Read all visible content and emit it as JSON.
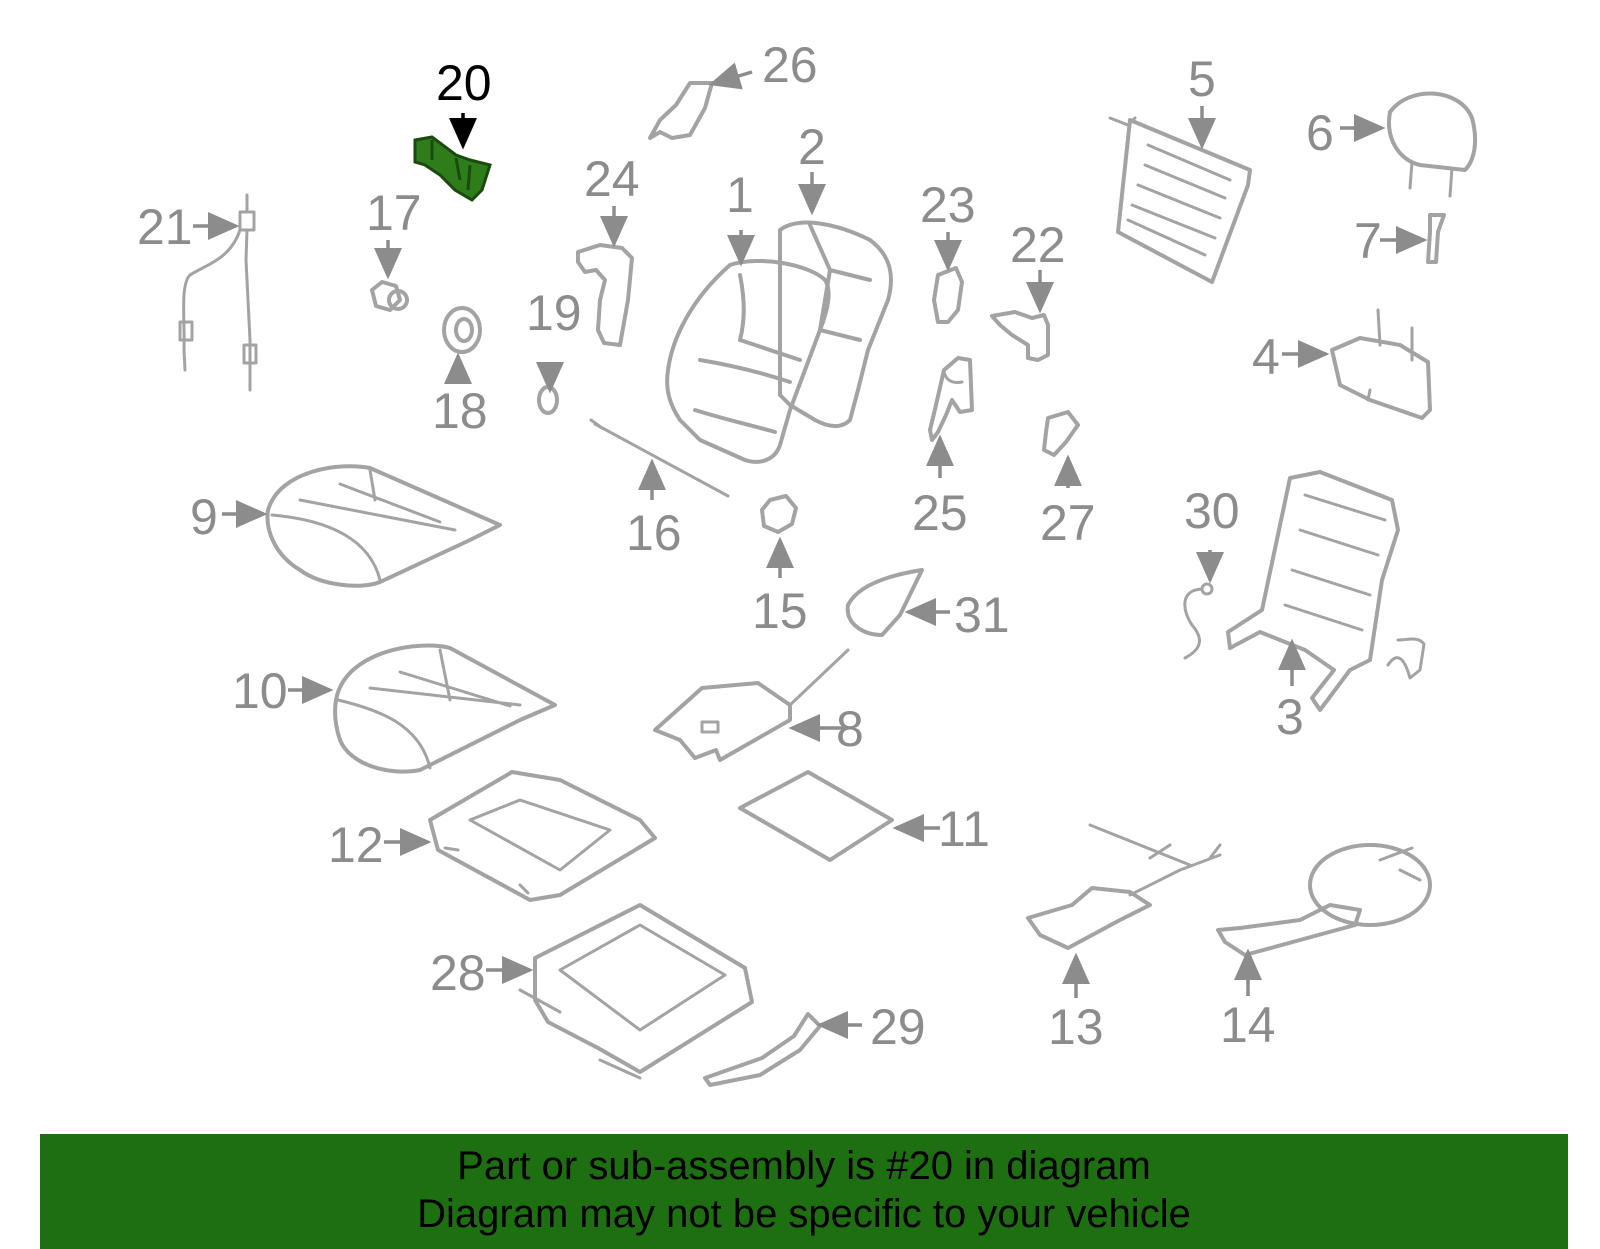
{
  "diagram": {
    "highlight_color": "#2e7d1a",
    "label_color": "#8c8c8c",
    "highlighted_callout": "20",
    "callouts": [
      "1",
      "2",
      "3",
      "4",
      "5",
      "6",
      "7",
      "8",
      "9",
      "10",
      "11",
      "12",
      "13",
      "14",
      "15",
      "16",
      "17",
      "18",
      "19",
      "20",
      "21",
      "22",
      "23",
      "24",
      "25",
      "26",
      "27",
      "28",
      "29",
      "30",
      "31"
    ]
  },
  "banner": {
    "line1": "Part or sub-assembly is #20 in diagram",
    "line2": "Diagram may not be specific to your vehicle",
    "background": "#1e6f12"
  }
}
